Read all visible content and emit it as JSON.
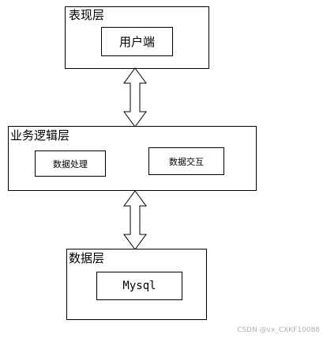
{
  "presentation_layer": {
    "title": "表现层",
    "client_box": "用户端"
  },
  "business_layer": {
    "title": "业务逻辑层",
    "processing_box": "数据处理",
    "interaction_box": "数据交互"
  },
  "data_layer": {
    "title": "数据层",
    "mysql_box": "Mysql"
  },
  "watermark": "CSDN @vx_CXKF10088"
}
